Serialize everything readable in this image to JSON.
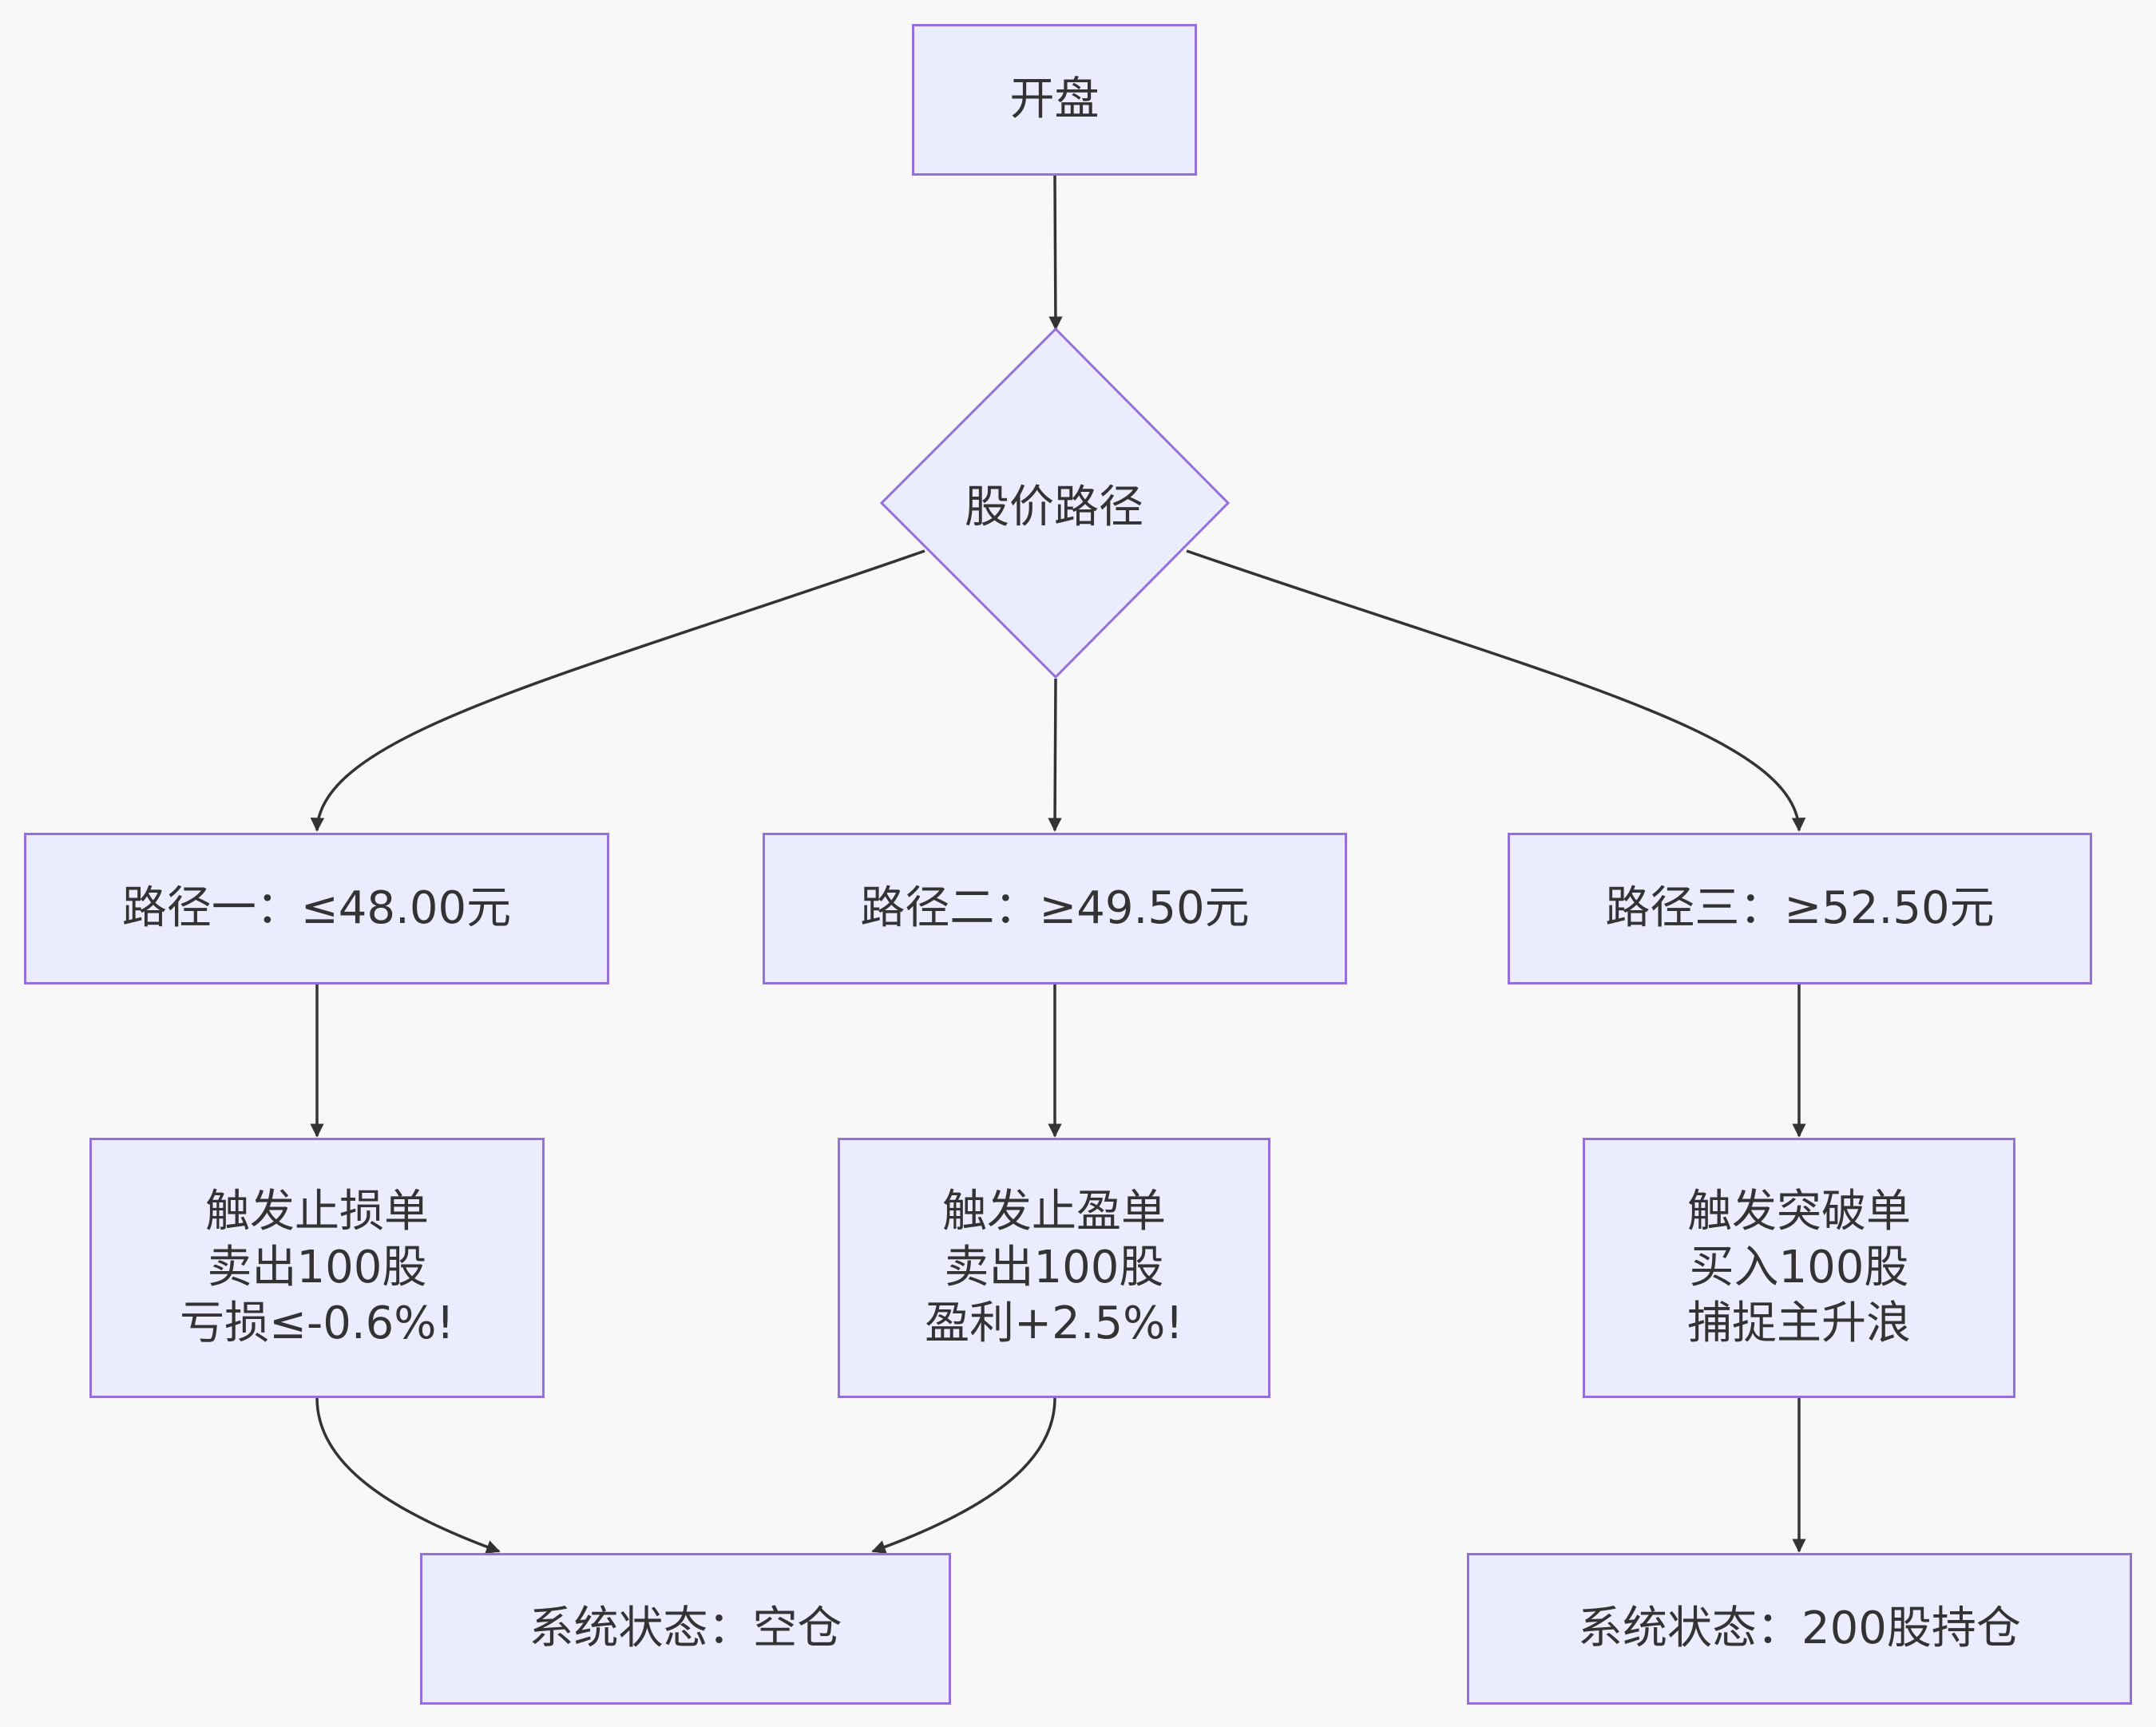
{
  "colors": {
    "background": "#f8f8f9",
    "node_fill": "#ececff",
    "node_border": "#9370db",
    "edge": "#333333",
    "text": "#333333"
  },
  "nodes": {
    "open": {
      "label": "开盘"
    },
    "decision": {
      "label": "股价路径"
    },
    "path1": {
      "label": "路径一：≤48.00元"
    },
    "path2": {
      "label": "路径二：≥49.50元"
    },
    "path3": {
      "label": "路径三：≥52.50元"
    },
    "stop_loss": {
      "lines": [
        "触发止损单",
        "卖出100股",
        "亏损≤-0.6%!"
      ]
    },
    "take_profit": {
      "lines": [
        "触发止盈单",
        "卖出100股",
        "盈利+2.5%!"
      ]
    },
    "breakout": {
      "lines": [
        "触发突破单",
        "买入100股",
        "捕捉主升浪"
      ]
    },
    "state_empty": {
      "label": "系统状态：空仓"
    },
    "state_hold": {
      "label": "系统状态：200股持仓"
    }
  }
}
